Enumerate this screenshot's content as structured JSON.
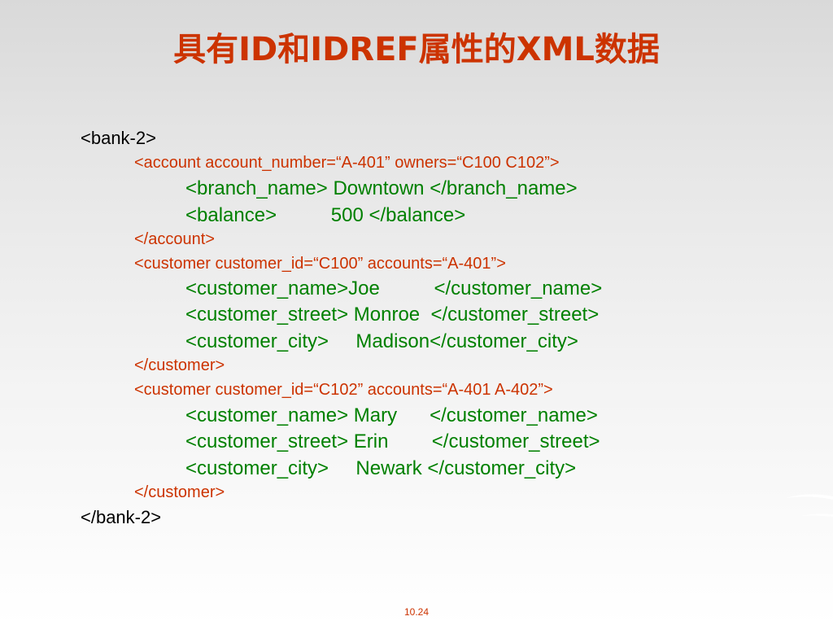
{
  "slide": {
    "title": "具有ID和IDREF属性的XML数据",
    "page_number": "10.24",
    "accent_color": "#cc3300",
    "code_line_colors": {
      "root": "#000000",
      "element": "#cc3300",
      "child": "#008000"
    },
    "lines": [
      "<bank-2>",
      "<account account_number=“A-401” owners=“C100 C102”>",
      "<branch_name> Downtown </branch_name>",
      "<balance>          500 </balance>",
      "</account>",
      "<customer customer_id=“C100” accounts=“A-401”>",
      "<customer_name>Joe          </customer_name>",
      "<customer_street> Monroe  </customer_street>",
      "<customer_city>     Madison</customer_city>",
      "</customer>",
      "<customer customer_id=“C102” accounts=“A-401 A-402”>",
      "<customer_name> Mary      </customer_name>",
      "<customer_street> Erin        </customer_street>",
      "<customer_city>     Newark </customer_city>",
      "</customer>",
      "</bank-2>"
    ]
  }
}
